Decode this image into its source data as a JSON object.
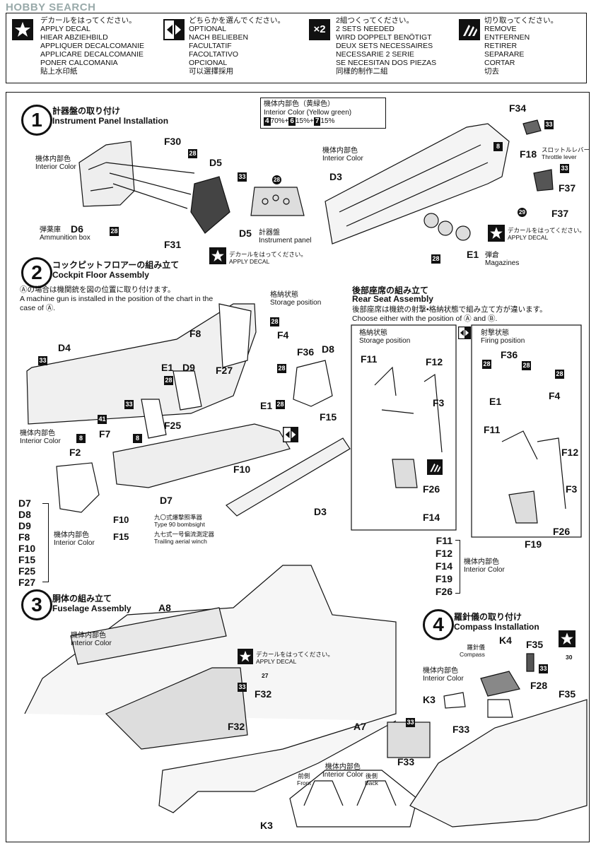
{
  "watermark": "HOBBY SEARCH",
  "legend": [
    {
      "icon": "decal-star-icon",
      "jp": "デカールをはってください。",
      "lines": [
        "APPLY DECAL",
        "HIEAR ABZIEHBILD",
        "APPLIQUER DECALCOMANIE",
        "APPLICARE DECALCOMANIE",
        "PONER CALCOMANIA",
        "貼上水印紙"
      ]
    },
    {
      "icon": "optional-arrows-icon",
      "jp": "どちらかを選んでください。",
      "lines": [
        "OPTIONAL",
        "NACH BELIEBEN",
        "FACULTATIF",
        "FACOLTATIVO",
        "OPCIONAL",
        "可以選擇採用"
      ]
    },
    {
      "icon": "x2-icon",
      "icon_text": "×2",
      "jp": "2組つくってください。",
      "lines": [
        "2 SETS NEEDED",
        "WIRD DOPPELT BENÖTIGT",
        "DEUX SETS NECESSAIRES",
        "NECESSARIE 2 SERIE",
        "SE NECESITAN DOS PIEZAS",
        "同樣的制作二組"
      ]
    },
    {
      "icon": "cut-remove-icon",
      "jp": "切り取ってください。",
      "lines": [
        "REMOVE",
        "ENTFERNEN",
        "RETIRER",
        "SEPARARE",
        "CORTAR",
        "切去"
      ]
    }
  ],
  "step1": {
    "num": "1",
    "jp": "計器盤の取り付け",
    "en": "Instrument Panel Installation",
    "color_box": {
      "jp": "機体内部色（黄緑色）",
      "en": "Interior Color (Yellow green)",
      "mix": [
        {
          "n": "4",
          "p": "70%"
        },
        {
          "n": "6",
          "p": "15%"
        },
        {
          "n": "7",
          "p": "15%"
        }
      ]
    },
    "interior_jp": "機体内部色",
    "interior_en": "Interior Color",
    "parts": {
      "F30": "F30",
      "D5": "D5",
      "D6": "D6",
      "F31": "F31",
      "D5b": "D5",
      "D3": "D3",
      "F34": "F34",
      "F18": "F18",
      "F37": "F37",
      "F37b": "F37",
      "E1": "E1"
    },
    "ammo_jp": "弾薬庫",
    "ammo_en": "Ammunition box",
    "panel_jp": "計器盤",
    "panel_en": "Instrument panel",
    "throttle_jp": "スロットルレバー",
    "throttle_en": "Throttle lever",
    "mag_jp": "弾倉",
    "mag_en": "Magazines",
    "decal_jp": "デカールをはってください。",
    "decal_en": "APPLY DECAL",
    "badges": {
      "b28a": "28",
      "b28b": "28",
      "b33a": "33",
      "b28c": "28",
      "b33b": "33",
      "b8": "8",
      "b33c": "33",
      "b29": "29",
      "b28d": "28"
    }
  },
  "step2": {
    "num": "2",
    "jp": "コックピットフロアーの組み立て",
    "en": "Cockpit Floor Assembly",
    "note_jp": "Ⓐの場合は機関銃を図の位置に取り付けます。",
    "note_en1": "A machine gun is installed in the position of the chart in the",
    "note_en2": "case of Ⓐ.",
    "storage_jp": "格納状態",
    "storage_en": "Storage position",
    "interior_jp": "機体内部色",
    "interior_en": "Interior Color",
    "parts": {
      "F8": "F8",
      "F4": "F4",
      "F36": "F36",
      "D8": "D8",
      "D4": "D4",
      "E1": "E1",
      "D9": "D9",
      "F27": "F27",
      "E1b": "E1",
      "F15": "F15",
      "F7": "F7",
      "F25": "F25",
      "F2": "F2",
      "F10": "F10",
      "D7": "D7",
      "D3": "D3"
    },
    "list": [
      "D7",
      "D8",
      "D9",
      "F8",
      "F10",
      "F15",
      "F25",
      "F27"
    ],
    "f10_jp": "九〇式爆撃照準器",
    "f10_en": "Type 90 bombsight",
    "f15_jp": "九七式一号偏流測定器",
    "f15_en": "Trailing aerial winch",
    "badges": {
      "b33": "33",
      "b28a": "28",
      "b41": "41",
      "b33b": "33",
      "b8a": "8",
      "b8b": "8",
      "b28b": "28",
      "b28c": "28",
      "b28d": "28"
    }
  },
  "rear": {
    "jp": "後部座席の組み立て",
    "en": "Rear Seat Assembly",
    "note_jp": "後部座席は機銃の射撃•格納状態で組み立て方が違います。",
    "note_en": "Choose either with the position of Ⓐ and Ⓑ.",
    "a_jp": "格納状態",
    "a_en": "Storage position",
    "b_jp": "射撃状態",
    "b_en": "Firing position",
    "parts": {
      "F11a": "F11",
      "F12a": "F12",
      "F3a": "F3",
      "F26a": "F26",
      "F14": "F14",
      "F36": "F36",
      "F4": "F4",
      "E1": "E1",
      "F11b": "F11",
      "F12b": "F12",
      "F3b": "F3",
      "F26b": "F26",
      "F19": "F19"
    },
    "list": [
      "F11",
      "F12",
      "F14",
      "F19",
      "F26"
    ],
    "interior_jp": "機体内部色",
    "interior_en": "Interior Color",
    "badges": {
      "b28a": "28",
      "b28b": "28",
      "b28c": "28"
    }
  },
  "step3": {
    "num": "3",
    "jp": "胴体の組み立て",
    "en": "Fuselage Assembly",
    "interior_jp": "機体内部色",
    "interior_en": "Interior Color",
    "decal_jp": "デカールをはってください。",
    "decal_en": "APPLY DECAL",
    "parts": {
      "A8": "A8",
      "F32a": "F32",
      "F32b": "F32",
      "A7": "A7",
      "F33": "F33",
      "K3": "K3"
    },
    "front_jp": "前側",
    "front_en": "Front",
    "back_jp": "後側",
    "back_en": "Back",
    "badges": {
      "b27": "27",
      "b33a": "33",
      "b33b": "33"
    }
  },
  "step4": {
    "num": "4",
    "jp": "羅針儀の取り付け",
    "en": "Compass Installation",
    "compass_jp": "羅針儀",
    "compass_en": "Compass",
    "interior_jp": "機体内部色",
    "interior_en": "Interior Color",
    "parts": {
      "K4": "K4",
      "F35a": "F35",
      "F28": "F28",
      "K3": "K3",
      "F33": "F33",
      "F35b": "F35"
    },
    "badges": {
      "b33": "33",
      "b30": "30"
    }
  }
}
